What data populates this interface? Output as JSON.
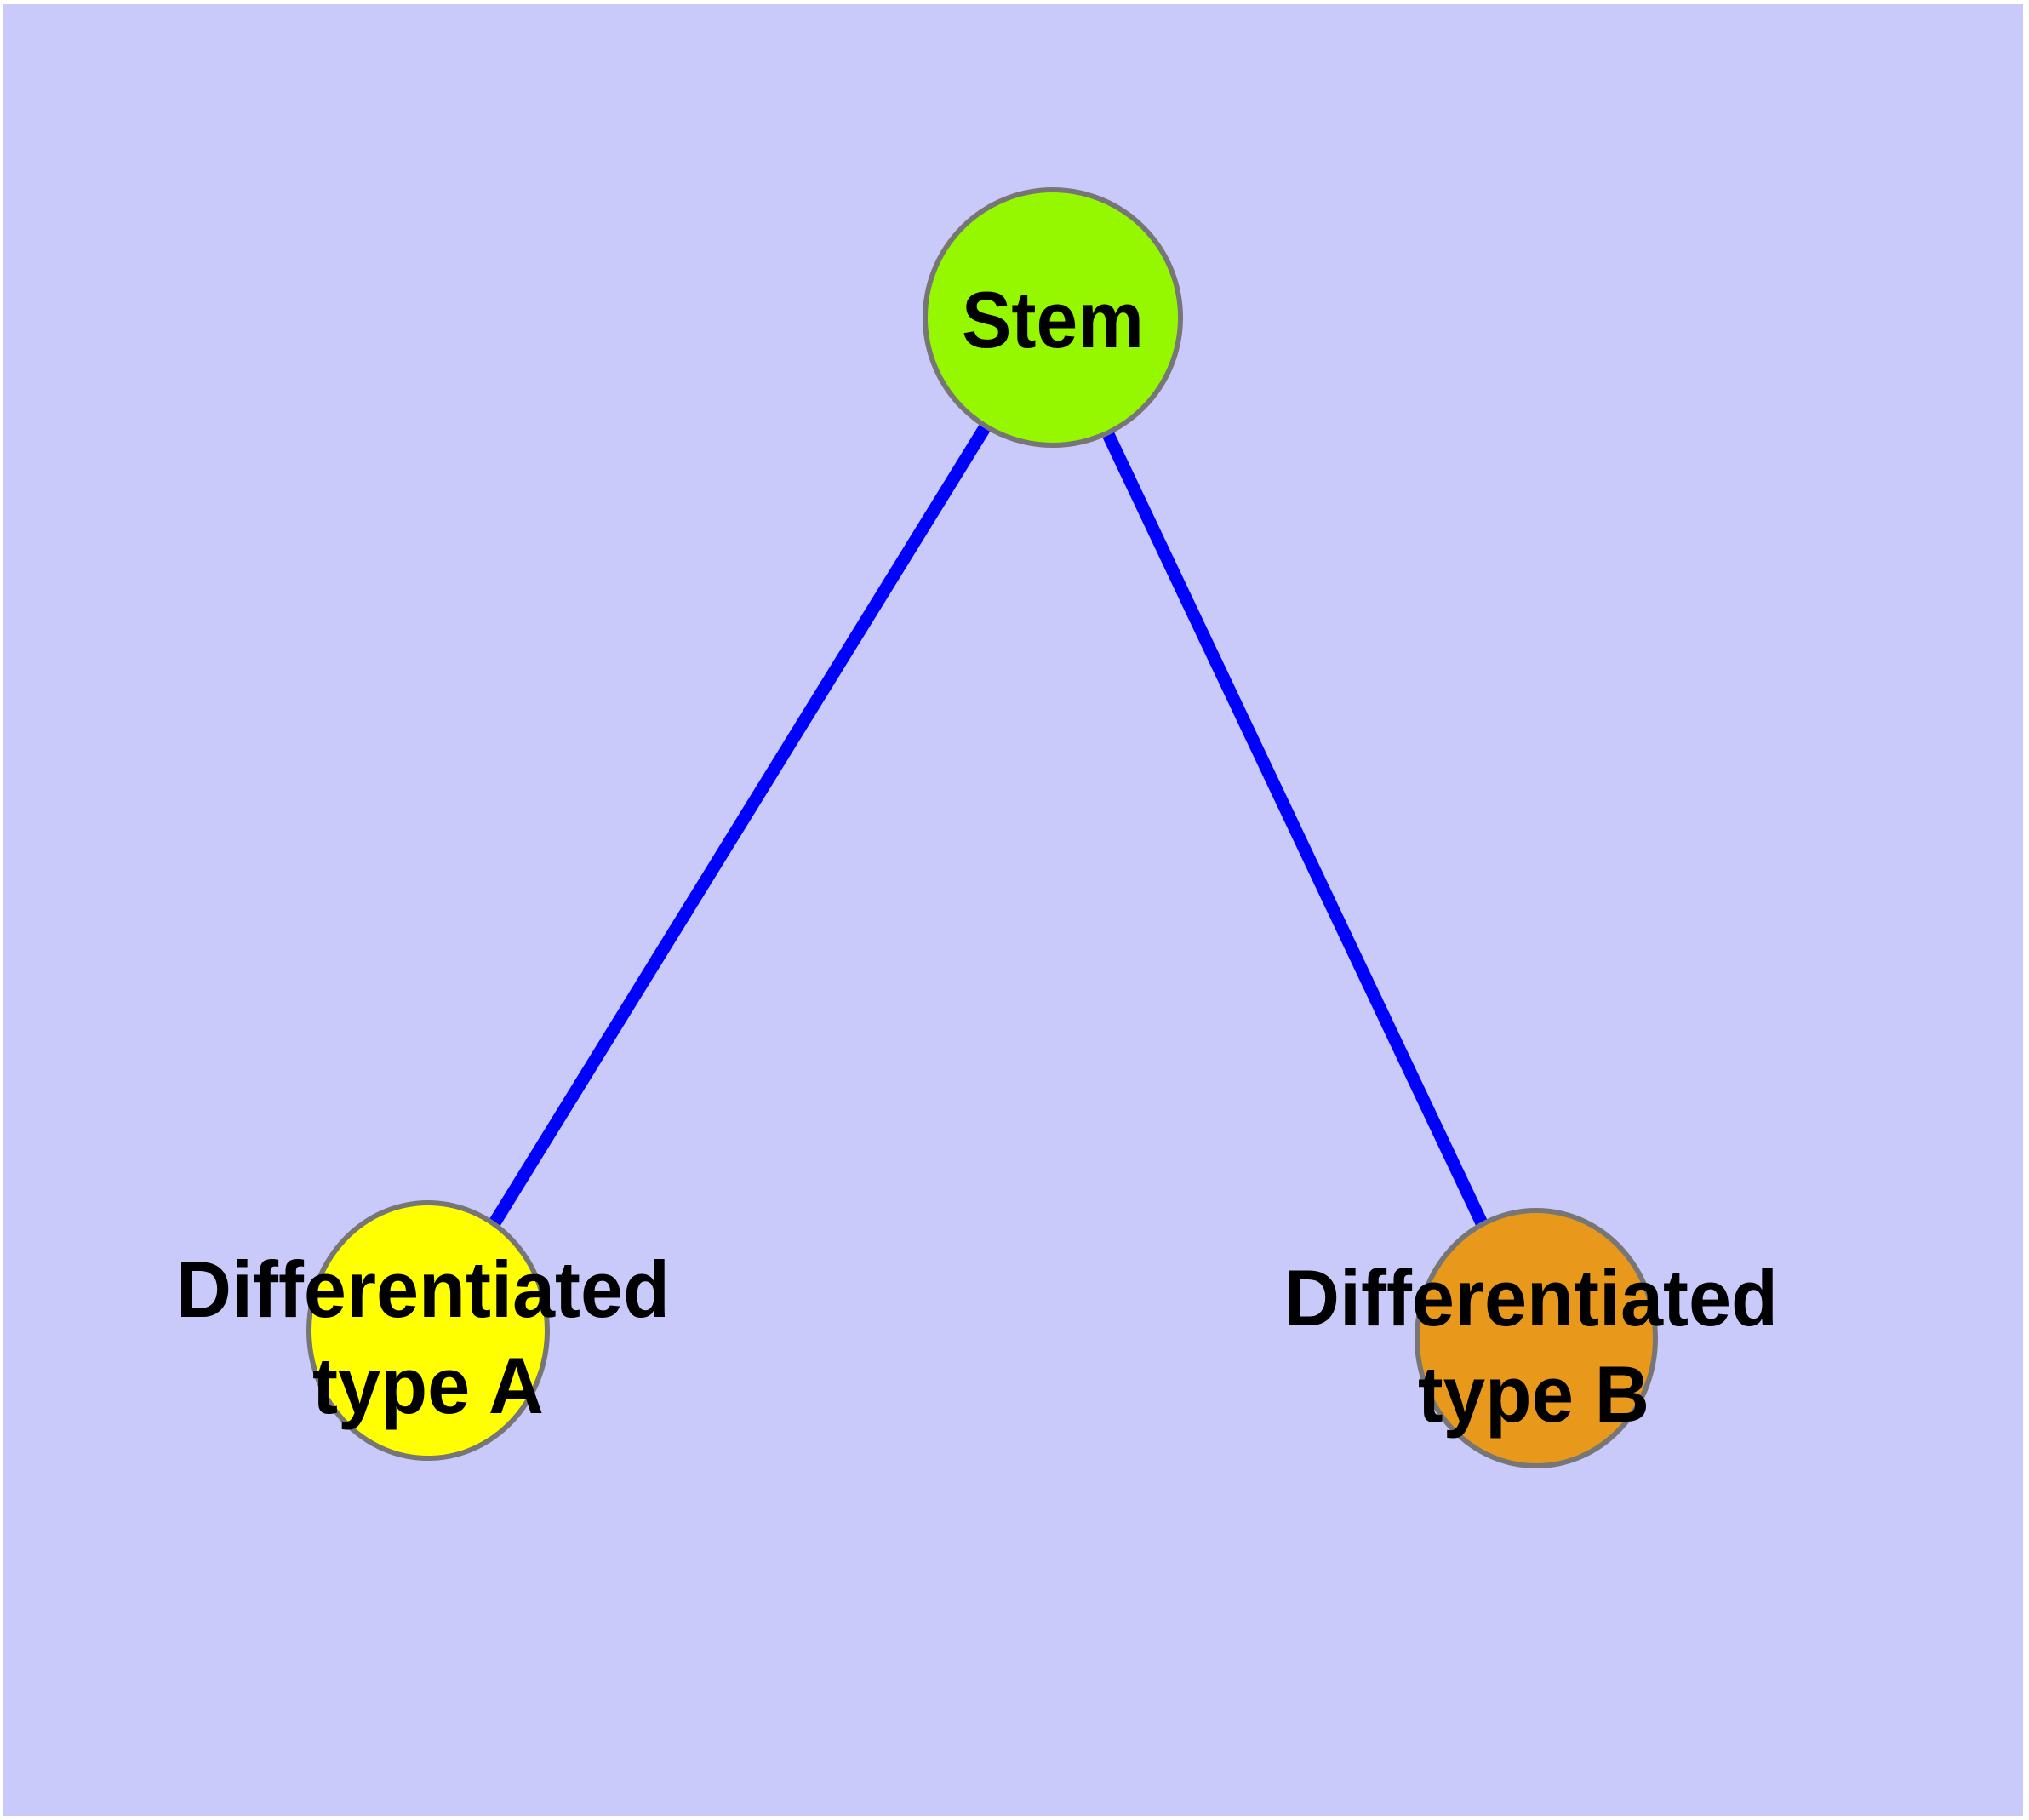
{
  "diagram": {
    "type": "graph",
    "description": "Stem cell differentiation tree: one stem node connected to two differentiated cell-type nodes",
    "background_color": "#CACAFA",
    "page_margin_color": "#FFFFFF",
    "edge_color": "#0000FE",
    "border_color": "#767676",
    "text_color": "#000000",
    "nodes": {
      "stem": {
        "label": "Stem",
        "fill": "#96F800"
      },
      "type_a": {
        "label": "Differentiated type A",
        "line1": "Differentiated",
        "line2": "type A",
        "fill": "#FFFF00"
      },
      "type_b": {
        "label": "Differentiated type B",
        "line1": "Differentiated",
        "line2": "type B",
        "fill": "#E8991C"
      }
    },
    "edges": [
      {
        "from": "Stem",
        "to": "Differentiated type A"
      },
      {
        "from": "Stem",
        "to": "Differentiated type B"
      }
    ]
  }
}
